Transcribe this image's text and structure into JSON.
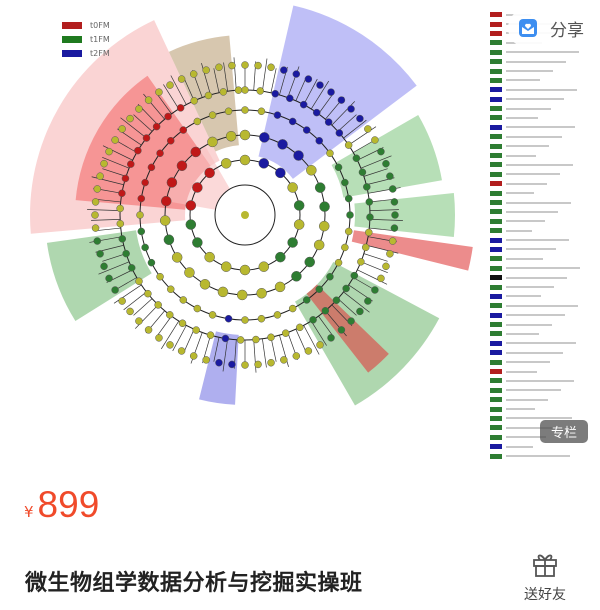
{
  "hero": {
    "legend": [
      {
        "label": "t0FM",
        "color": "#b21e1e"
      },
      {
        "label": "t1FM",
        "color": "#1f7a1f"
      },
      {
        "label": "t2FM",
        "color": "#1a1aa0"
      }
    ],
    "side_swatches": [
      "#b21e1e",
      "#b21e1e",
      "#b21e1e",
      "#2e7d32",
      "#2e7d32",
      "#2e7d32",
      "#2e7d32",
      "#2e7d32",
      "#1a1aa0",
      "#1a1aa0",
      "#2e7d32",
      "#2e7d32",
      "#1a1aa0",
      "#2e7d32",
      "#2e7d32",
      "#2e7d32",
      "#2e7d32",
      "#2e7d32",
      "#b21e1e",
      "#2e7d32",
      "#2e7d32",
      "#2e7d32",
      "#2e7d32",
      "#2e7d32",
      "#1a1aa0",
      "#1a1aa0",
      "#2e7d32",
      "#2e7d32",
      "#111111",
      "#2e7d32",
      "#1a1aa0",
      "#2e7d32",
      "#1a1aa0",
      "#2e7d32",
      "#2e7d32",
      "#1a1aa0",
      "#1a1aa0",
      "#2e7d32",
      "#b21e1e",
      "#2e7d32",
      "#2e7d32",
      "#2e7d32",
      "#2e7d32",
      "#2e7d32",
      "#2e7d32",
      "#2e7d32",
      "#1a1aa0",
      "#2e7d32"
    ],
    "share_label": "分享",
    "badge": "专栏"
  },
  "product": {
    "currency": "¥",
    "price": "899",
    "title": "微生物组学数据分析与挖掘实操班",
    "gift_label": "送好友"
  }
}
